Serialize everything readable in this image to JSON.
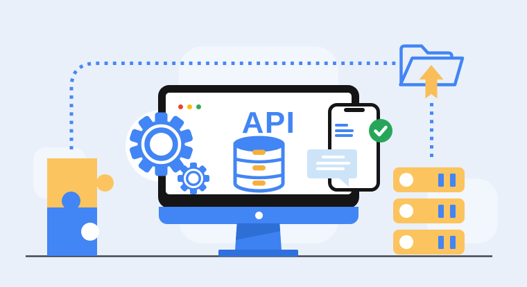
{
  "monitor": {
    "label": "API",
    "traffic_dots": [
      "red",
      "yellow",
      "green"
    ]
  },
  "icons": [
    "gear-icon",
    "small-gear-icon",
    "database-icon",
    "smartphone-icon",
    "check-badge-icon",
    "speech-bubble-icon",
    "folder-icon",
    "upload-arrow-icon",
    "server-stack-icon",
    "puzzle-pieces-icon",
    "dotted-connector",
    "ground-line"
  ],
  "colors": {
    "background": "#E9F0FA",
    "primary_blue": "#4285F4",
    "dark_blue": "#2E6FD6",
    "yellow": "#FCC45E",
    "orange_yellow": "#F4B03F",
    "arrow_yellow": "#F9BE58",
    "badge_green": "#27A65A",
    "traffic_red": "#EA4335",
    "traffic_yellow": "#FBBC05",
    "traffic_green": "#34A853",
    "bubble_blue": "#CDE4F8",
    "frame_black": "#151515",
    "ground_line": "#42474D"
  }
}
